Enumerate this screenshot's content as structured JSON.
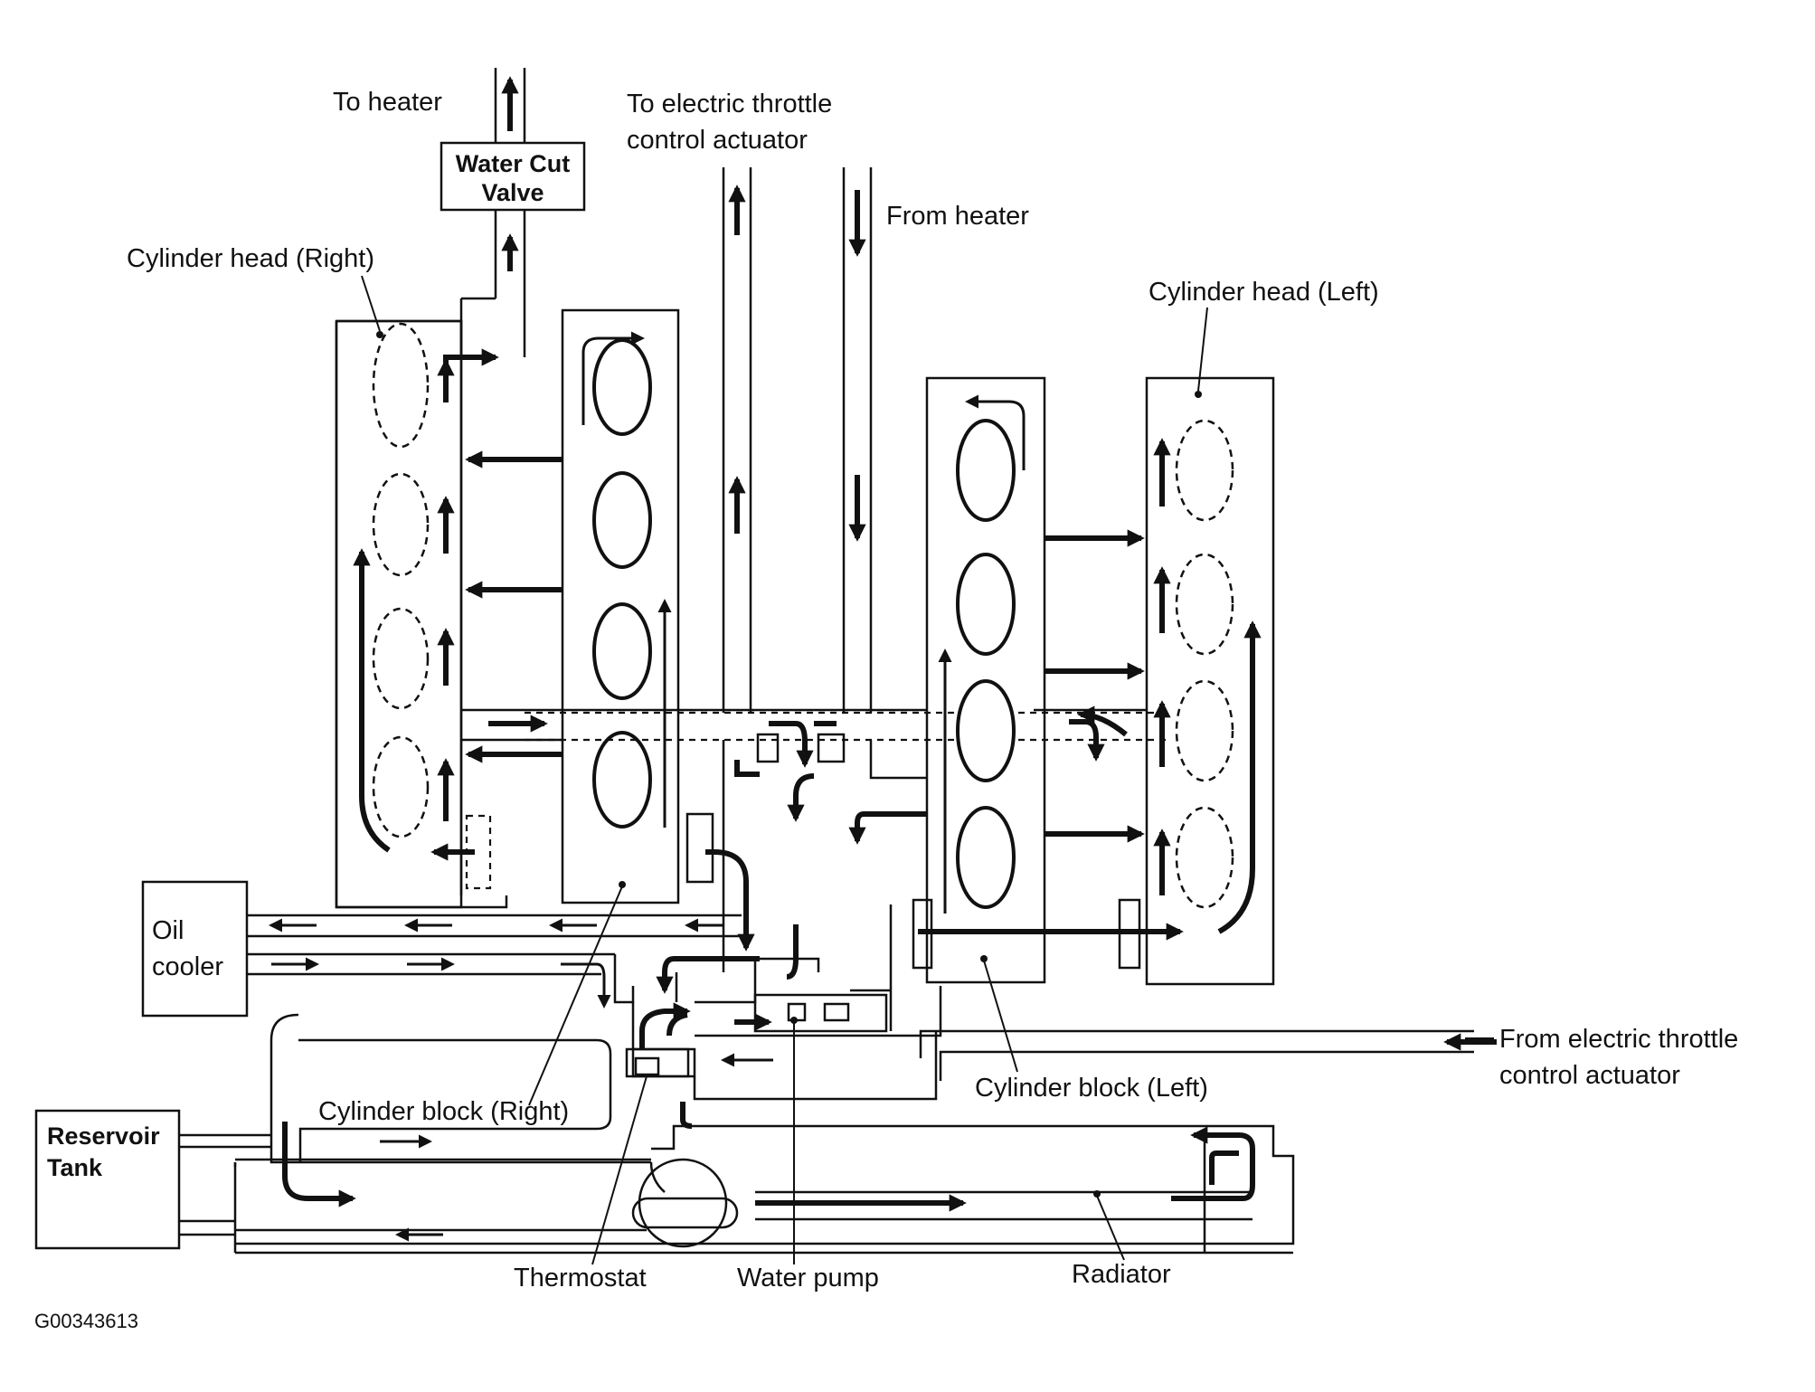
{
  "labels": {
    "to_heater": "To heater",
    "water_cut_valve_1": "Water Cut",
    "water_cut_valve_2": "Valve",
    "to_throttle_1": "To electric throttle",
    "to_throttle_2": "control actuator",
    "from_heater": "From heater",
    "cyl_head_right": "Cylinder head (Right)",
    "cyl_head_left": "Cylinder head (Left)",
    "oil_cooler_1": "Oil",
    "oil_cooler_2": "cooler",
    "reservoir_1": "Reservoir",
    "reservoir_2": "Tank",
    "cyl_block_right": "Cylinder block (Right)",
    "cyl_block_left": "Cylinder block (Left)",
    "from_throttle_1": "From electric throttle",
    "from_throttle_2": "control actuator",
    "thermostat": "Thermostat",
    "water_pump": "Water pump",
    "radiator": "Radiator",
    "figure_id": "G00343613"
  },
  "colors": {
    "ink": "#111111",
    "paper": "#ffffff"
  }
}
